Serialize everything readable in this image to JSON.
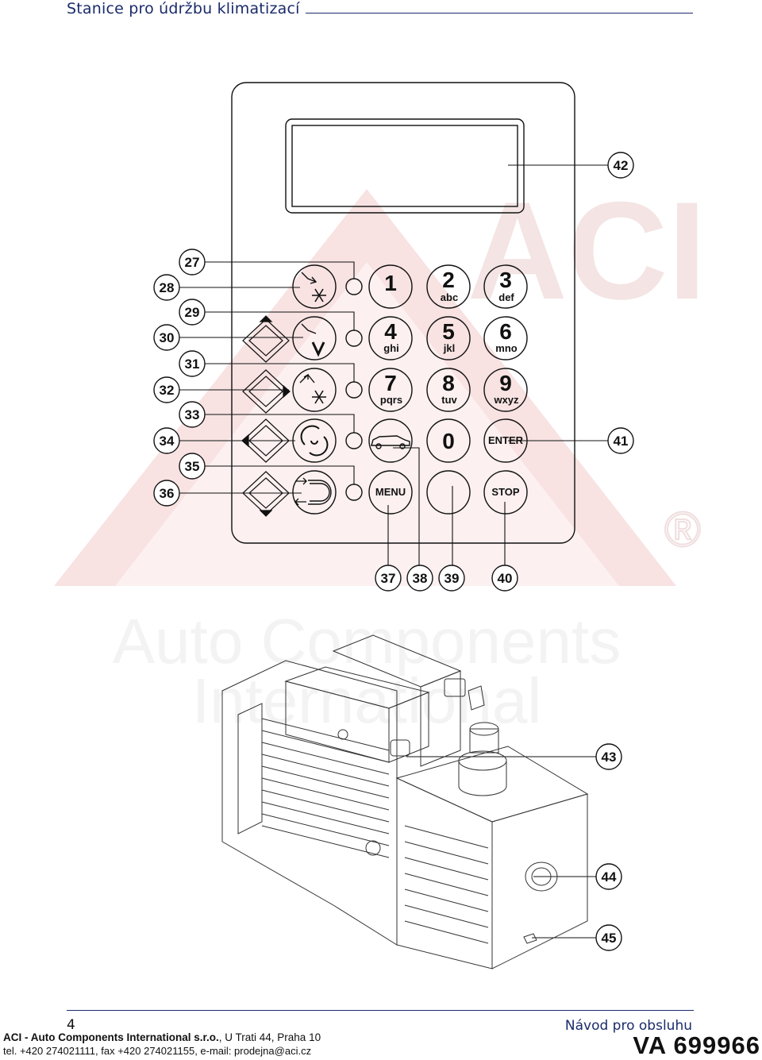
{
  "header": {
    "title": "Stanice pro údržbu klimatizací"
  },
  "watermark": {
    "logo": "ACI",
    "line1": "Auto Components",
    "line2": "International",
    "registered": "®"
  },
  "callouts": [
    "27",
    "28",
    "29",
    "30",
    "31",
    "32",
    "33",
    "34",
    "35",
    "36",
    "37",
    "38",
    "39",
    "40",
    "41",
    "42",
    "43",
    "44",
    "45"
  ],
  "keypad": {
    "keys": [
      {
        "num": "1",
        "sub": ""
      },
      {
        "num": "2",
        "sub": "abc"
      },
      {
        "num": "3",
        "sub": "def"
      },
      {
        "num": "4",
        "sub": "ghi"
      },
      {
        "num": "5",
        "sub": "jkl"
      },
      {
        "num": "6",
        "sub": "mno"
      },
      {
        "num": "7",
        "sub": "pqrs"
      },
      {
        "num": "8",
        "sub": "tuv"
      },
      {
        "num": "9",
        "sub": "wxyz"
      }
    ],
    "zero": "0",
    "enter": "ENTER",
    "menu": "MENU",
    "stop": "STOP"
  },
  "icons": [
    "recovery-snowflake-icon",
    "vacuum-icon",
    "charge-snowflake-icon",
    "recycle-icon",
    "flush-icon",
    "car-icon"
  ],
  "colors": {
    "watermark": "#f6dede",
    "header_text": "#1a2b6b",
    "line": "#111111"
  },
  "footer": {
    "page_number": "4",
    "manual_label": "Návod pro obsluhu",
    "company_name": "ACI - Auto Components International s.r.o.",
    "company_address": ", U Trati 44, Praha 10",
    "contact": "tel. +420 274021111, fax +420 274021155, e-mail: prodejna@aci.cz",
    "product_code": "VA 699966"
  }
}
